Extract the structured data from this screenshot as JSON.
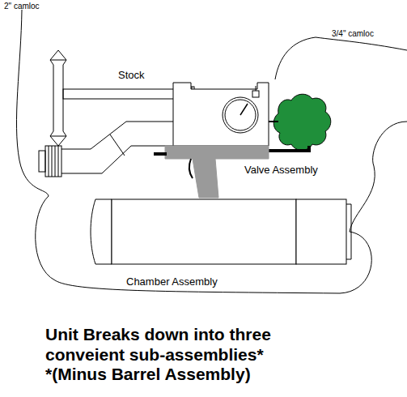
{
  "diagram": {
    "caption": "Unit Breaks down into three conveient sub-assemblies*",
    "labels": [
      "2\" camloc",
      "3/4\" camloc",
      "Stock",
      "Valve Assembly",
      "Chamber Assembly",
      "*(Minus Barrel Assembly)"
    ]
  }
}
